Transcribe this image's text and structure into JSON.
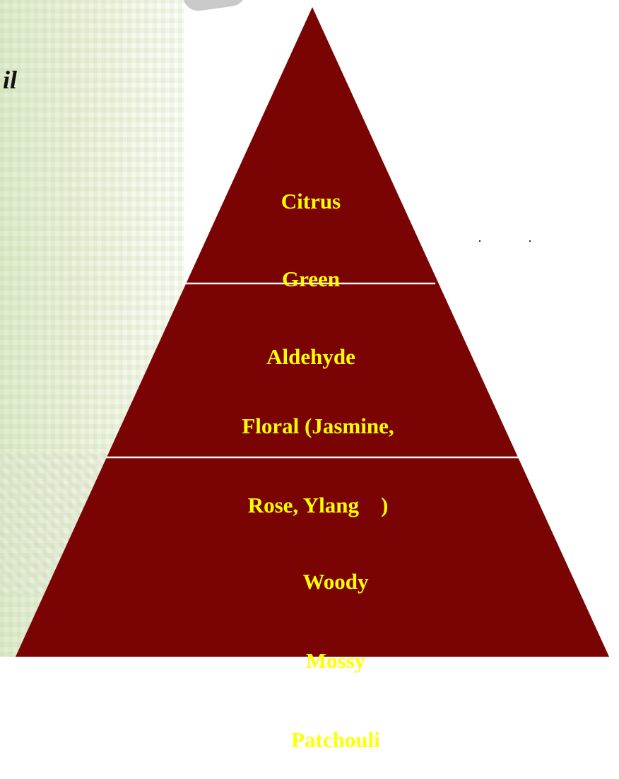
{
  "partial_word": "il",
  "pyramid": {
    "tiers": [
      {
        "lines": [
          "Citrus",
          "Green",
          "Aldehyde"
        ]
      },
      {
        "lines": [
          "Floral (Jasmine,",
          "Rose, Ylang    )"
        ]
      },
      {
        "lines": [
          "Woody",
          "Mossy",
          "Patchouli"
        ]
      }
    ],
    "colors": {
      "top": "#1e6b2a",
      "middle": "#6a3a1a",
      "bottom": "#7a0606",
      "label": "#ffff00",
      "divider": "#ffffff"
    }
  }
}
